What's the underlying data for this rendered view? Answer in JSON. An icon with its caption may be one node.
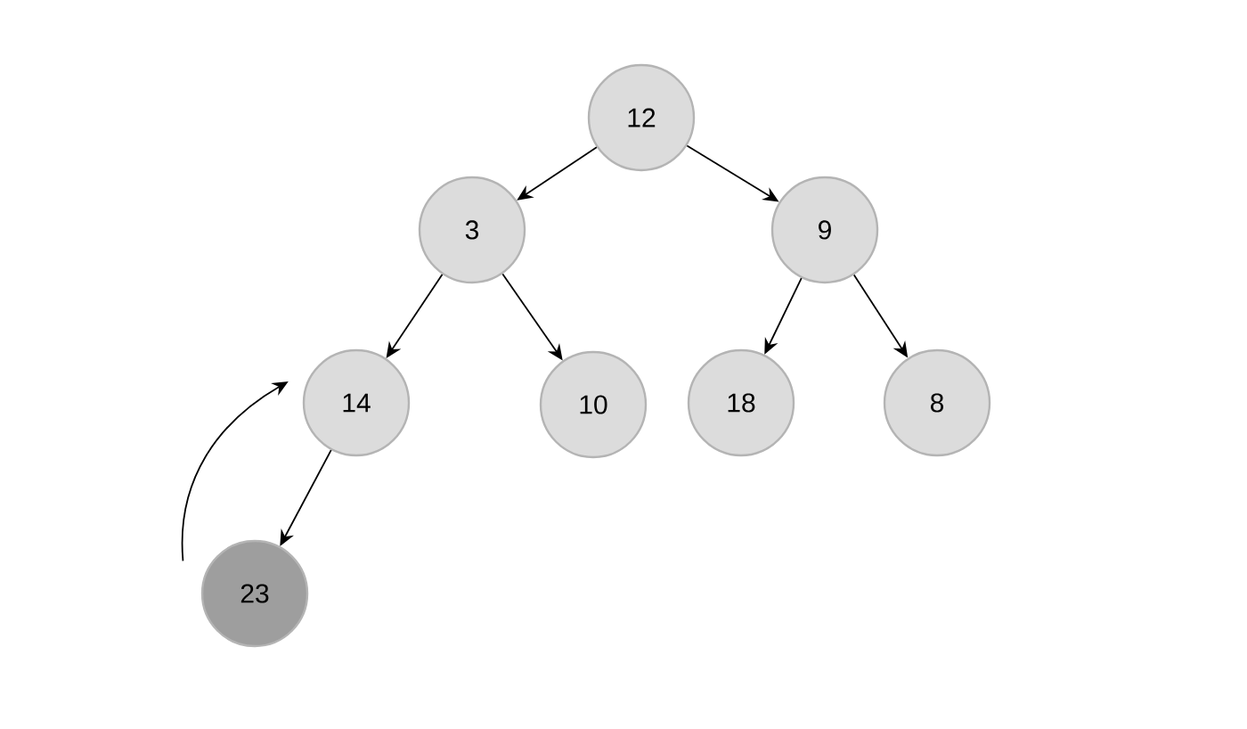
{
  "diagram": {
    "nodes": [
      {
        "text": [
          "12"
        ]
      },
      {
        "text": [
          "3"
        ]
      },
      {
        "text": [
          "9"
        ]
      },
      {
        "text": [
          "14"
        ]
      },
      {
        "text": [
          "10"
        ]
      },
      {
        "text": [
          "18"
        ]
      },
      {
        "text": [
          "8"
        ]
      },
      {
        "text": [
          "23"
        ]
      }
    ],
    "edges": [
      {
        "from": 0,
        "to": 1,
        "arrow": "to"
      },
      {
        "from": 0,
        "to": 2,
        "arrow": "to"
      },
      {
        "from": 1,
        "to": 3,
        "arrow": "to"
      },
      {
        "from": 1,
        "to": 4,
        "arrow": "to"
      },
      {
        "from": 2,
        "to": 5,
        "arrow": "to"
      },
      {
        "from": 2,
        "to": 6,
        "arrow": "to"
      },
      {
        "from": 3,
        "to": 7,
        "arrow": "to"
      },
      {
        "from": 7,
        "to": 3,
        "arrow": "to"
      }
    ]
  }
}
